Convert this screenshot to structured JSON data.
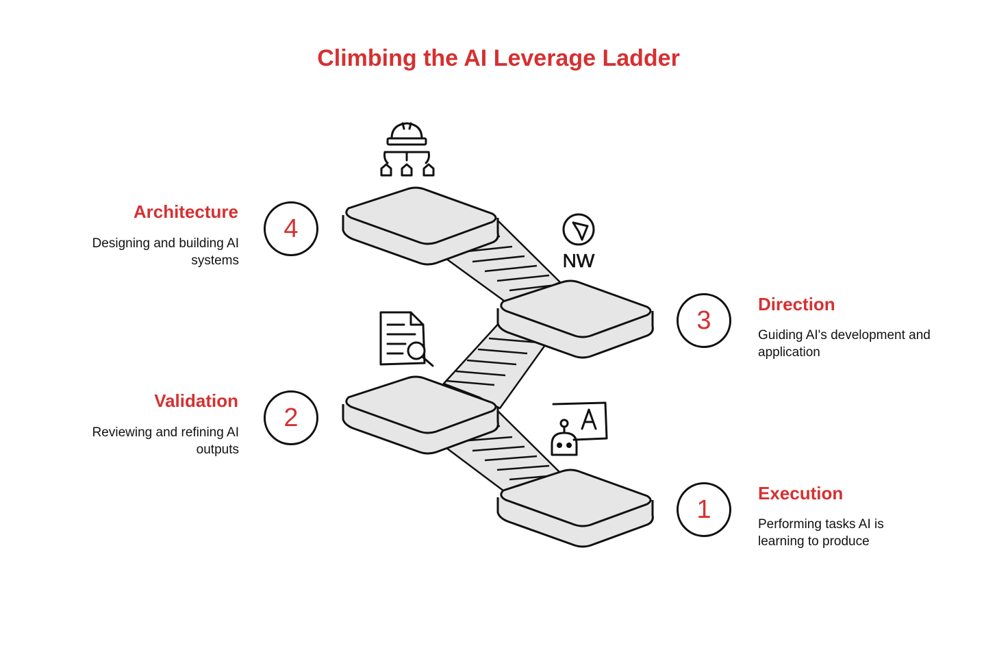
{
  "title": "Climbing the AI Leverage Ladder",
  "colors": {
    "accent": "#d63031",
    "platform_fill": "#e6e6e6",
    "stroke": "#111111"
  },
  "steps": [
    {
      "number": "1",
      "label": "Execution",
      "description": "Performing tasks AI is learning to produce",
      "icon": "robot-presenting-icon"
    },
    {
      "number": "2",
      "label": "Validation",
      "description": "Reviewing and refining AI outputs",
      "icon": "document-search-icon"
    },
    {
      "number": "3",
      "label": "Direction",
      "description": "Guiding AI's development and application",
      "icon": "compass-icon",
      "icon_text": "NW"
    },
    {
      "number": "4",
      "label": "Architecture",
      "description": "Designing and building AI systems",
      "icon": "hardhat-hierarchy-icon"
    }
  ]
}
